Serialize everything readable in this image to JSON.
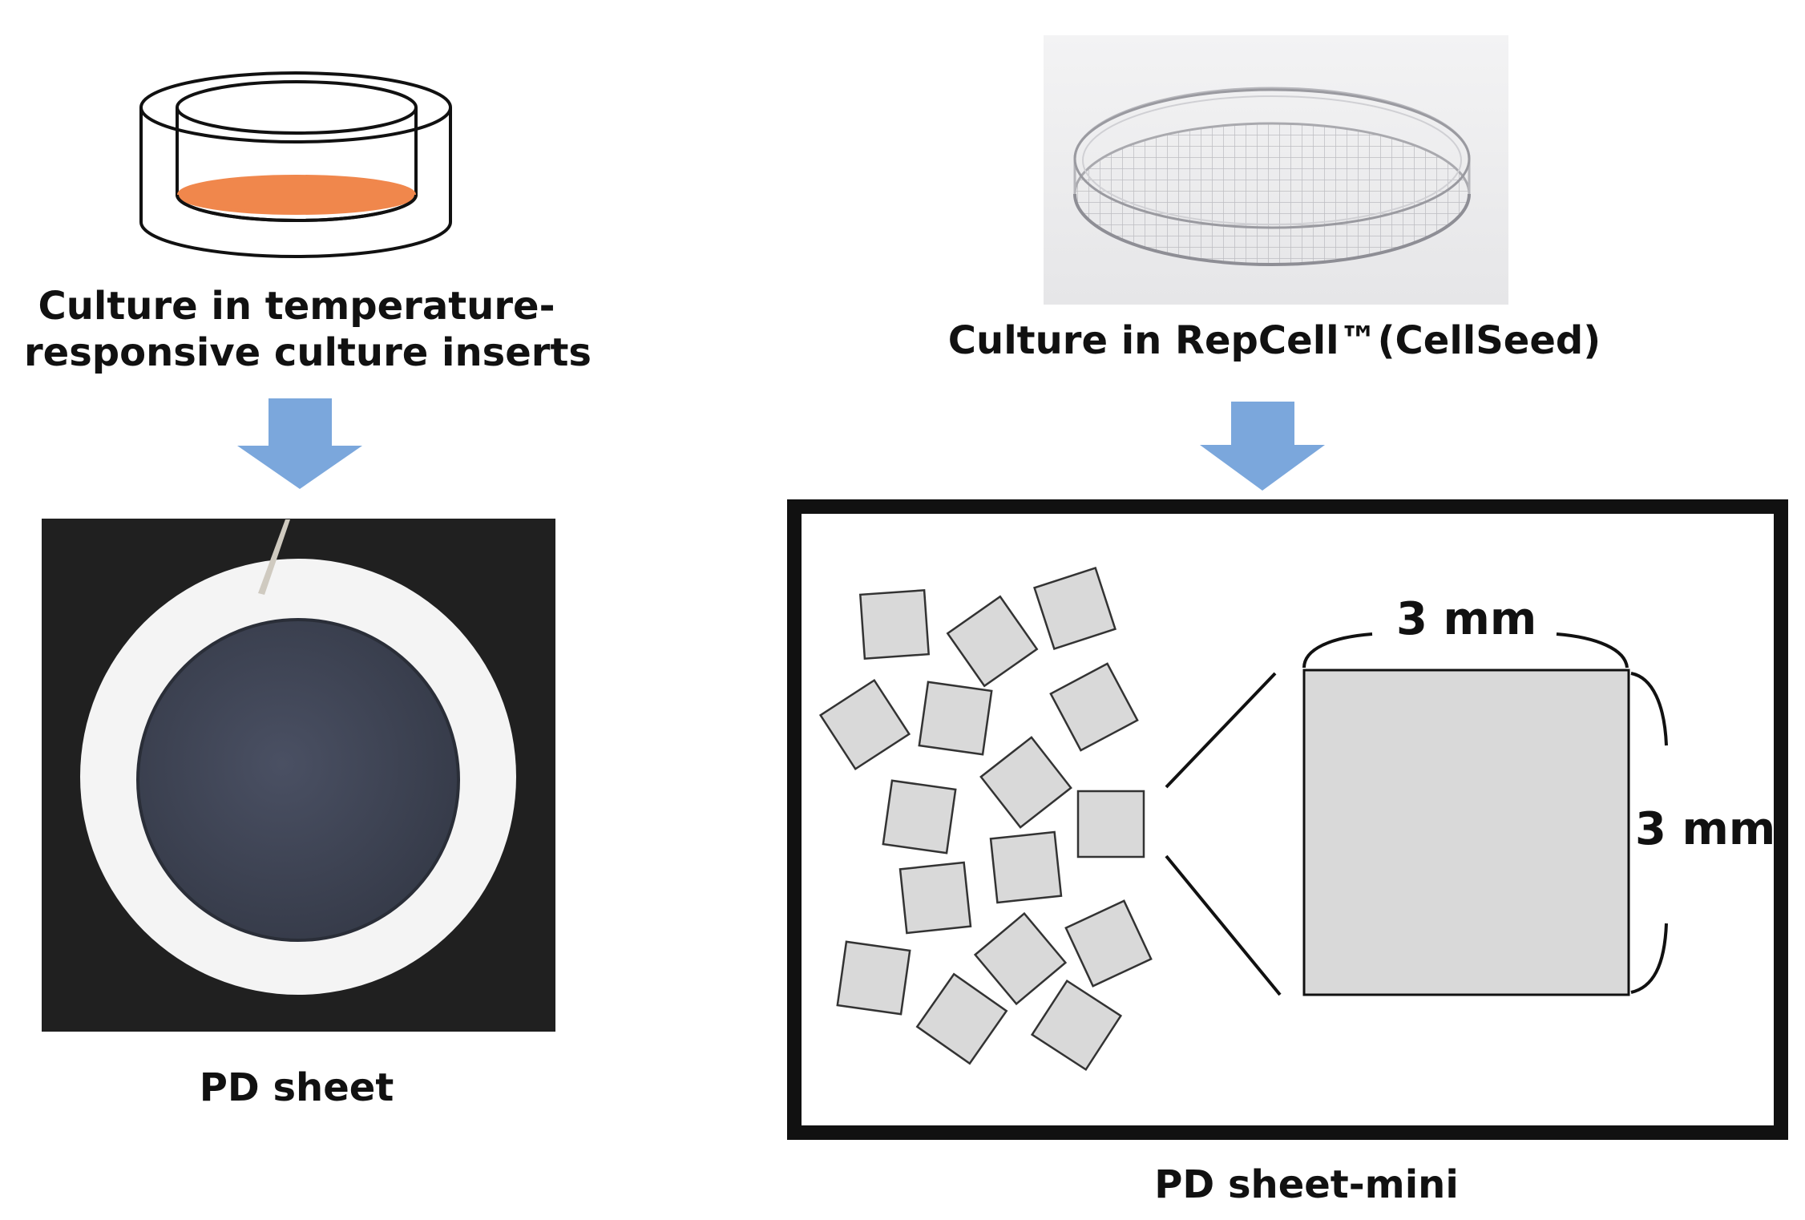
{
  "left_panel": {
    "caption_line1": "Culture in temperature-",
    "caption_line2": "responsive culture inserts",
    "result_label": "PD sheet",
    "insert_fill_color": "#f0874c",
    "sheet_color": "#3a3f4e"
  },
  "right_panel": {
    "caption": "Culture in RepCell™(CellSeed)",
    "result_label": "PD sheet-mini",
    "width_label": "3 mm",
    "height_label": "3 mm",
    "square_fill_color": "#d9d9d9"
  },
  "arrow_color": "#7ba7dc",
  "icons": [
    "culture-insert-icon",
    "petri-dish-icon",
    "down-arrow-icon"
  ]
}
